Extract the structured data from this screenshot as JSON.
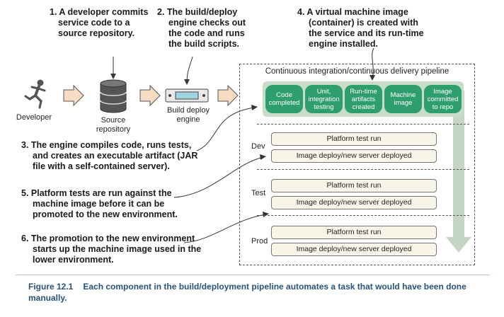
{
  "notes": {
    "n1": [
      "1. A developer commits",
      "service code to a",
      "source repository."
    ],
    "n2": [
      "2. The build/deploy",
      "engine checks out",
      "the code and runs",
      "the build scripts."
    ],
    "n3": [
      "3. The engine compiles code, runs tests,",
      "and creates an executable artifact (JAR",
      "file with a self-contained server)."
    ],
    "n4": [
      "4. A virtual machine image",
      "(container) is created with",
      "the service and its run-time",
      "engine installed."
    ],
    "n5": [
      "5. Platform tests are run against the",
      "machine image before it can be",
      "promoted to the new environment."
    ],
    "n6": [
      "6. The promotion to the new environment",
      "starts up the machine image used in the",
      "lower environment."
    ]
  },
  "flow": {
    "developer": "Developer",
    "repo": [
      "Source",
      "repository"
    ],
    "engine": [
      "Build deploy",
      "engine"
    ]
  },
  "pipeline": {
    "title": "Continuous integration/continuous delivery pipeline",
    "stages": [
      [
        "Code",
        "completed"
      ],
      [
        "Unit,",
        "integration",
        "testing"
      ],
      [
        "Run-time",
        "artifacts",
        "created"
      ],
      [
        "Machine",
        "image"
      ],
      [
        "Image",
        "committed",
        "to repo"
      ]
    ],
    "environments": [
      {
        "name": "Dev",
        "test": "Platform test run",
        "deploy": "Image deploy/new server deployed"
      },
      {
        "name": "Test",
        "test": "Platform test run",
        "deploy": "Image deploy/new server deployed"
      },
      {
        "name": "Prod",
        "test": "Platform test run",
        "deploy": "Image deploy/new server deployed"
      }
    ]
  },
  "caption": {
    "figure": "Figure 12.1",
    "text": "Each component in the build/deployment pipeline automates a task that would have been done manually."
  },
  "colors": {
    "stage_green": "#2f9e6e",
    "stage_band": "#c8ddc8",
    "arrow_fill": "#f5dcc2",
    "down_arrow": "#c5d5c5",
    "caption": "#27527a"
  }
}
